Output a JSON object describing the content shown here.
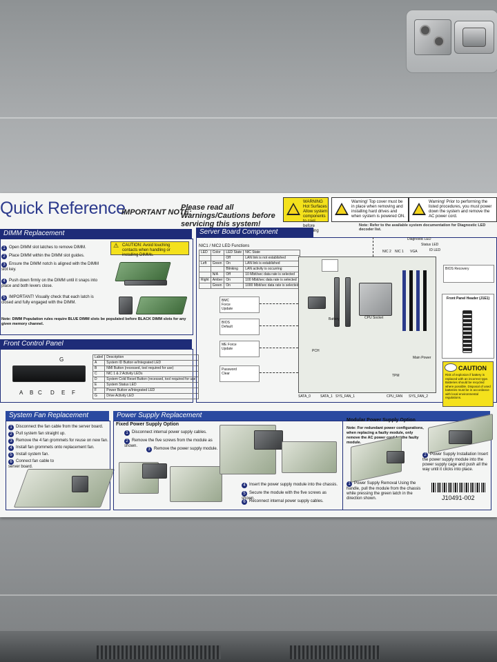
{
  "label": {
    "title": "Quick Reference",
    "important_note": "IMPORTANT NOTE:",
    "important_text": "Please read all Warnings/Cautions before servicing this system!",
    "warnings": [
      {
        "text": "WARNING Hot Surfaces Allow system components to cool before touching"
      },
      {
        "text": "Warning! Top cover must be in place when removing and installing hard drives and when system is powered ON."
      },
      {
        "text": "Warning! Prior to performing the listed procedures, you must power down the system and remove the AC power cord."
      }
    ],
    "diag_note": "Note: Refer to the available system documentation for Diagnostic LED decoder list.",
    "part_number": "J10491-002"
  },
  "dimm": {
    "heading": "DIMM Replacement",
    "caution": "CAUTION: Avoid touching contacts when handling or installing DIMMs.",
    "steps": [
      "Open DIMM slot latches to remove DIMM.",
      "Place DIMM within the DIMM slot guides.",
      "Ensure the DIMM notch is aligned with the DIMM slot key.",
      "Push down firmly on the DIMM until it snaps into place and both levers close.",
      "IMPORTANT! Visually check that each latch is closed and fully engaged with the DIMM."
    ],
    "note": "Note: DIMM Population rules require BLUE DIMM slots be populated before BLACK DIMM slots for any given memory channel."
  },
  "board": {
    "heading": "Server Board Component Identification",
    "nic_title": "NIC1 / NIC2 LED Functions",
    "nic_header": [
      "LED",
      "Color",
      "LED State",
      "NIC State"
    ],
    "nic_rows": [
      [
        "",
        "",
        "Off",
        "LAN link is not established"
      ],
      [
        "Left",
        "Green",
        "On",
        "LAN link is established"
      ],
      [
        "",
        "",
        "Blinking",
        "LAN activity is occurring"
      ],
      [
        "",
        "N/A",
        "Off",
        "10 Mbit/sec data rate is selected"
      ],
      [
        "Right",
        "Amber",
        "On",
        "100 Mbit/sec data rate is selected"
      ],
      [
        "",
        "Green",
        "On",
        "1000 Mbit/sec data rate is selected"
      ]
    ],
    "labels": [
      "BMC Force Update",
      "BIOS Default",
      "ME Force Update",
      "Password Clear",
      "Diagnostic LED",
      "Status LED",
      "ID LED",
      "VGA",
      "NIC 2",
      "NIC 1",
      "CPU Socket",
      "Battery",
      "PCH",
      "TPM",
      "Main Power",
      "SATA_0",
      "SATA_1",
      "CPU_FAN",
      "SYS_FAN_1",
      "SYS_FAN_2",
      "Front Panel Header (J1E1)",
      "BIOS Recovery"
    ]
  },
  "caution_battery": {
    "heading": "CAUTION",
    "text": "Risk of explosion if battery is replaced with an incorrect type. Batteries should be recycled where possible. Disposal of used batteries must be in accordance with local environmental regulations."
  },
  "front_panel": {
    "heading": "Front Control Panel",
    "letters": [
      "A",
      "B",
      "C",
      "D",
      "E",
      "F",
      "G"
    ],
    "table_header": [
      "Label",
      "Description"
    ],
    "rows": [
      [
        "A",
        "System ID Button w/Integrated LED"
      ],
      [
        "B",
        "NMI Button (recessed, tool required for use)"
      ],
      [
        "C",
        "NIC 1 & 2 Activity LEDs"
      ],
      [
        "D",
        "System Cold Reset Button (recessed, tool required for use)"
      ],
      [
        "E",
        "System Status LED"
      ],
      [
        "F",
        "Power Button w/Integrated LED"
      ],
      [
        "G",
        "Drive Activity LED"
      ]
    ]
  },
  "fan": {
    "heading": "System Fan Replacement",
    "steps": [
      "Disconnect the fan cable from the server board.",
      "Pull system fan straight up.",
      "Remove the 4 fan grommets for reuse on new fan.",
      "Install fan grommets onto replacement fan.",
      "Install system fan.",
      "Connect fan cable to server board."
    ]
  },
  "psu": {
    "heading": "Power Supply Replacement",
    "fixed_title": "Fixed Power Supply Option",
    "fixed_steps": [
      "Disconnect internal power supply cables.",
      "Remove the five screws from the module as shown.",
      "Remove the power supply module.",
      "Insert the power supply module into the chassis.",
      "Secure the module with the five screws as shown.",
      "Reconnect internal power supply cables."
    ],
    "modular_title": "Modular Power Supply Option",
    "modular_note": "Note: For redundant power configurations, when replacing a faulty module, only remove the AC power cord for the faulty module.",
    "modular_steps": [
      "Power Supply Removal Using the handle, pull the module from the chassis while pressing the green latch in the direction shown.",
      "Power Supply Installation Insert the power supply module into the power supply cage and push all the way until it clicks into place."
    ]
  }
}
